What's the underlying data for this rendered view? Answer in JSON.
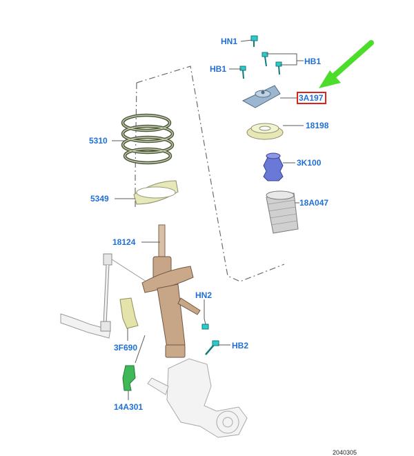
{
  "labels": {
    "hn1": "HN1",
    "hb1_right": "HB1",
    "hb1_left": "HB1",
    "p3a197": "3A197",
    "p18198": "18198",
    "p3k100": "3K100",
    "p18a047": "18A047",
    "p5310": "5310",
    "p5349": "5349",
    "p18124": "18124",
    "hn2": "HN2",
    "hb2": "HB2",
    "p3f690": "3F690",
    "p14a301": "14A301"
  },
  "reference": "2040305",
  "colors": {
    "label": "#1f6fd6",
    "highlight_box": "#e0201b",
    "arrow": "#4cdc2a",
    "fastener": "#2fc9c9",
    "mount": "#9db6cf",
    "bearing": "#e6e8b4",
    "bump_stop": "#6a78d8",
    "boot": "#d0d0d0",
    "spring": "#4f5a3c",
    "strut": "#c7a587",
    "bracket": "#3fb85a"
  },
  "icons": {
    "pointer": "green-arrow-icon",
    "fastener": "bolt-icon"
  }
}
